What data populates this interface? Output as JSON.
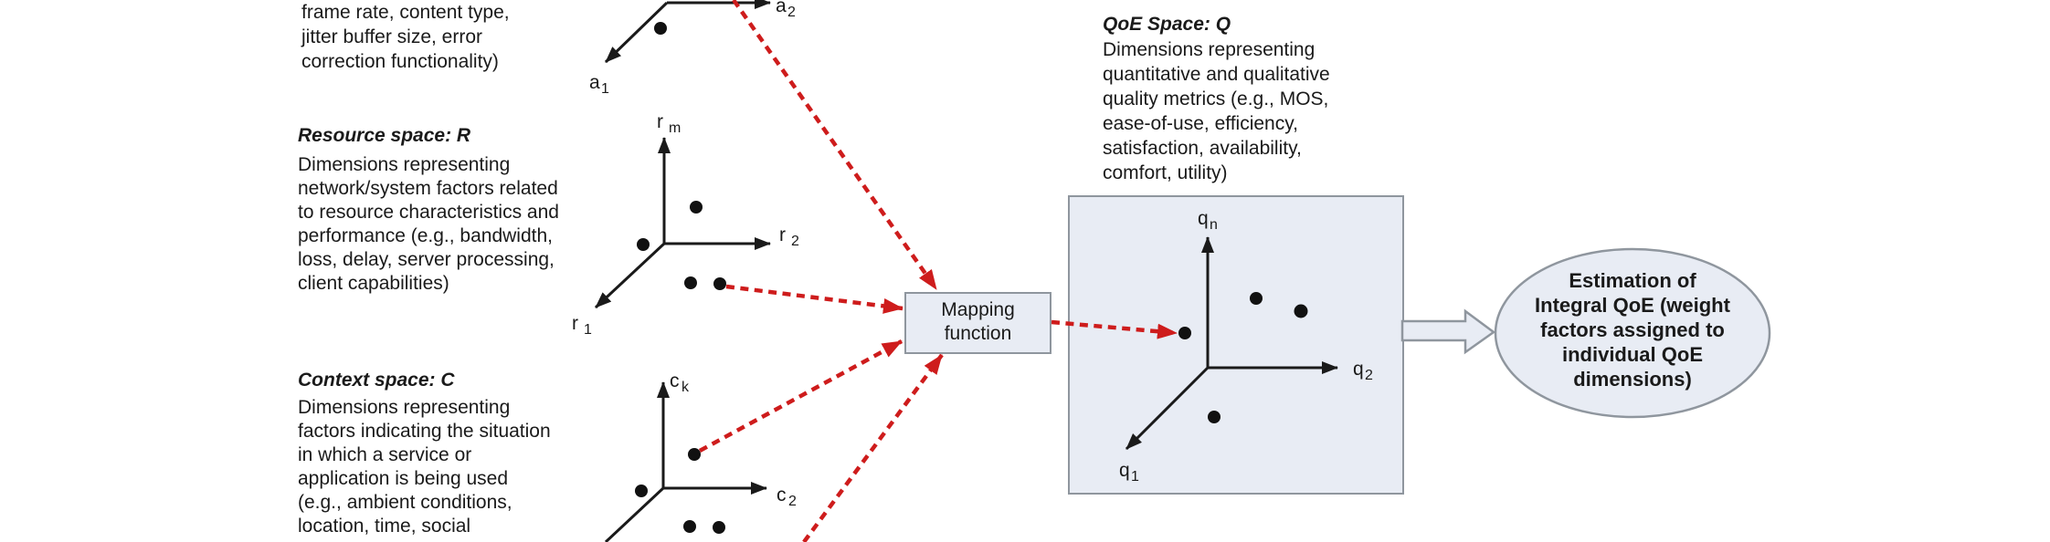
{
  "colors": {
    "accent_red": "#ce1c1c",
    "shape_fill": "#e8ecf4",
    "shape_border": "#8f969e",
    "axis_black": "#1a1a1a"
  },
  "blocks": {
    "application": {
      "body": "frame rate, content type,\njitter buffer size, error\ncorrection functionality)"
    },
    "resource": {
      "title": "Resource space: R",
      "body": "Dimensions representing\nnetwork/system factors related\nto  resource characteristics and\nperformance (e.g., bandwidth,\nloss, delay, server processing,\nclient capabilities)"
    },
    "context": {
      "title": "Context space: C",
      "body": "Dimensions representing\nfactors indicating the situation\nin which a service or\napplication is being used\n(e.g., ambient conditions,\nlocation, time, social"
    },
    "qoe": {
      "title": "QoE Space: Q",
      "body": "Dimensions representing\nquantitative and qualitative\nquality metrics (e.g., MOS,\nease-of-use, efficiency,\nsatisfaction, availability,\ncomfort, utility)"
    }
  },
  "mapping_box": {
    "label": "Mapping\nfunction"
  },
  "output_ellipse": {
    "label": "Estimation of\nIntegral QoE (weight\nfactors assigned to\nindividual QoE\ndimensions)"
  },
  "axis_labels": {
    "a1": {
      "base": "a",
      "sub": "1"
    },
    "a2": {
      "base": "a",
      "sub": "2"
    },
    "rm": {
      "base": "r",
      "sub": "m"
    },
    "r2": {
      "base": "r",
      "sub": "2"
    },
    "r1": {
      "base": "r",
      "sub": "1"
    },
    "ck": {
      "base": "c",
      "sub": "k"
    },
    "c2": {
      "base": "c",
      "sub": "2"
    },
    "qn": {
      "base": "q",
      "sub": "n"
    },
    "q2": {
      "base": "q",
      "sub": "2"
    },
    "q1": {
      "base": "q",
      "sub": "1"
    }
  }
}
